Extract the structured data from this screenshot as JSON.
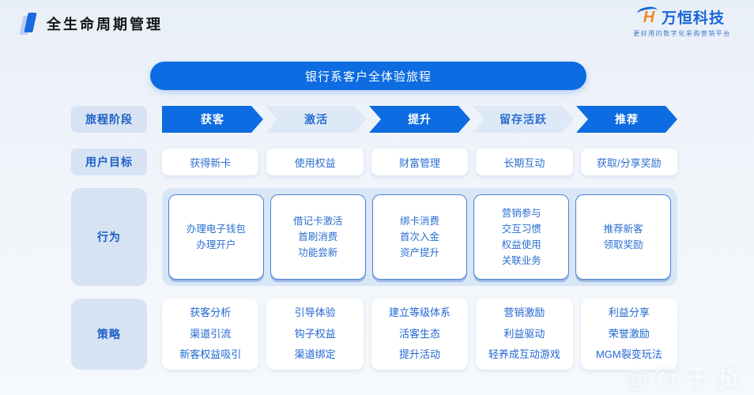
{
  "page": {
    "title": "全生命周期管理",
    "banner": "银行系客户全体验旅程",
    "watermark": "@行干货"
  },
  "brand": {
    "name": "万恒科技",
    "tagline": "更好用的数字化采购营销平台",
    "logo_icon": "orange-H-with-blue-swoosh"
  },
  "colors": {
    "primary_blue": "#0d6ce1",
    "light_arrow": "#dde9f7",
    "label_bg": "#d7e3f3",
    "label_text": "#1d5fc4",
    "box_text": "#2a6fd0",
    "behavior_container": "#d9e6f6",
    "brand_blue": "#1766d9",
    "brand_orange": "#f08a1d",
    "background": "#eef3fa"
  },
  "rows": {
    "stage_label": "旅程阶段",
    "stages": [
      {
        "label": "获客",
        "variant": "dark"
      },
      {
        "label": "激活",
        "variant": "light"
      },
      {
        "label": "提升",
        "variant": "dark"
      },
      {
        "label": "留存活跃",
        "variant": "light"
      },
      {
        "label": "推荐",
        "variant": "dark"
      }
    ],
    "goal_label": "用户目标",
    "goals": [
      "获得新卡",
      "使用权益",
      "财富管理",
      "长期互动",
      "获取/分享奖励"
    ],
    "behavior_label": "行为",
    "behaviors": [
      [
        "办理电子钱包",
        "办理开户"
      ],
      [
        "借记卡激活",
        "首刷消费",
        "功能尝新"
      ],
      [
        "绑卡消费",
        "首次入金",
        "资产提升"
      ],
      [
        "营销参与",
        "交互习惯",
        "权益使用",
        "关联业务"
      ],
      [
        "推荐新客",
        "领取奖励"
      ]
    ],
    "strategy_label": "策略",
    "strategies": [
      [
        "获客分析",
        "渠道引流",
        "新客权益吸引"
      ],
      [
        "引导体验",
        "钩子权益",
        "渠道绑定"
      ],
      [
        "建立等级体系",
        "活客生态",
        "提升活动"
      ],
      [
        "营销激励",
        "利益驱动",
        "轻养成互动游戏"
      ],
      [
        "利益分享",
        "荣誉激励",
        "MGM裂变玩法"
      ]
    ]
  }
}
